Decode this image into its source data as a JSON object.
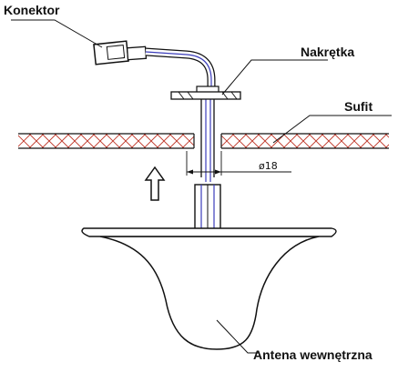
{
  "labels": {
    "connector": "Konektor",
    "nut": "Nakrętka",
    "ceiling": "Sufit",
    "diameter": "ø18",
    "antenna": "Antena wewnętrzna"
  },
  "colors": {
    "line": "#111111",
    "cable": "#3b3dbb",
    "hatch": "#c0392b",
    "background": "#ffffff"
  },
  "icons": {
    "direction": "up-arrow-icon"
  }
}
